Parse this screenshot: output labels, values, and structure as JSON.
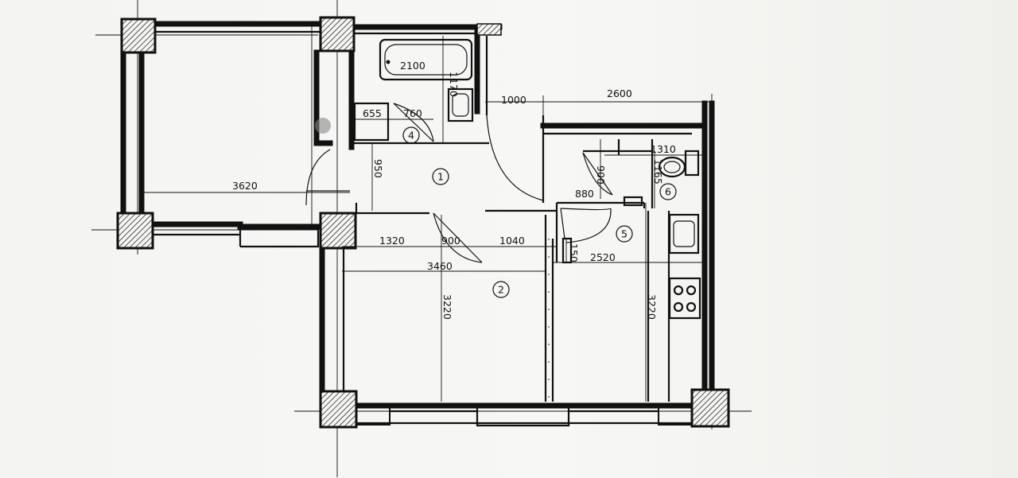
{
  "plan": {
    "dimensions": {
      "bath_length": "2100",
      "bath_width": "1170",
      "wm_width": "655",
      "door_760": "760",
      "corridor_1000": "1000",
      "kitchen_2600": "2600",
      "wc_1310": "1310",
      "wc_900": "900",
      "wc_1165": "1165",
      "hall_3620": "3620",
      "hall_950": "950",
      "room_1320": "1320",
      "room_900": "900",
      "room_1040": "1040",
      "room_3460": "3460",
      "room_3220": "3220",
      "kitchen_880": "880",
      "kitchen_150": "150",
      "kitchen_2520": "2520",
      "kitchen_3220": "3220"
    },
    "rooms": {
      "r1": "1",
      "r2": "2",
      "r4": "4",
      "r5": "5",
      "r6": "6"
    },
    "colors": {
      "ink": "#111111",
      "paper": "#f5f5f3"
    }
  }
}
